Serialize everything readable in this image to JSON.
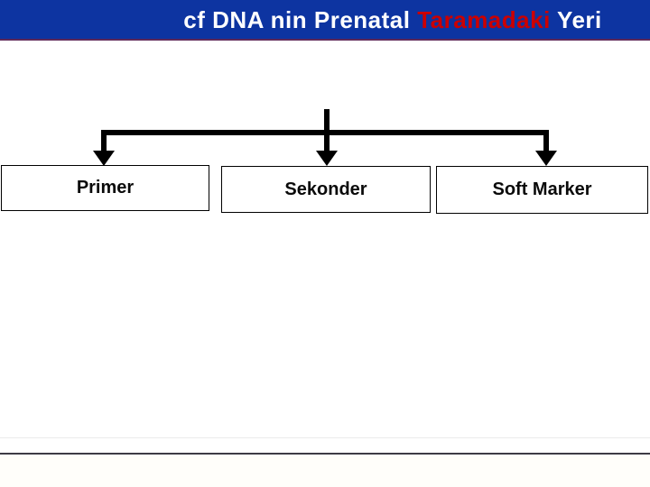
{
  "header": {
    "title_part1": "cf DNA nin Prenatal ",
    "title_highlight": "Taramadaki",
    "title_part2": " Yeri",
    "bar_color": "#0d34a1",
    "underline_color": "#5e2858",
    "text_color": "#ffffff",
    "highlight_color": "#cc0000"
  },
  "diagram": {
    "connector_color": "#000000",
    "nodes": [
      {
        "label": "Primer"
      },
      {
        "label": "Sekonder"
      },
      {
        "label": "Soft Marker"
      }
    ]
  },
  "footer": {
    "faint_rule_color": "#ebebeb",
    "dark_rule_color": "#3d3b45"
  }
}
